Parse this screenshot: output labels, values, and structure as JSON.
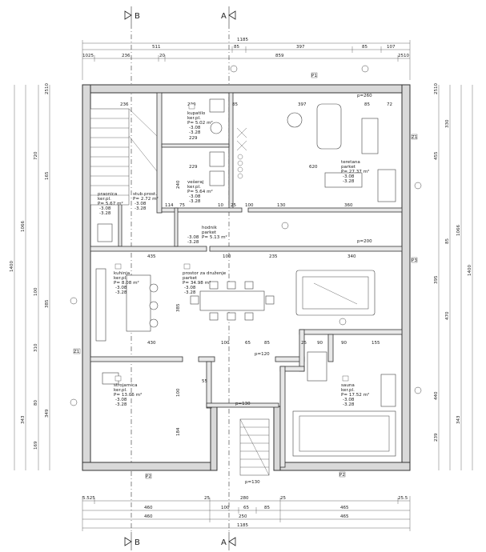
{
  "sections": {
    "b": "B",
    "a": "A"
  },
  "dims_top": {
    "overall": "1185",
    "r2_a": "511",
    "r2_b": "85",
    "r2_c": "397",
    "r2_d": "85",
    "r2_e": "107",
    "r3_a": "1025",
    "r3_b": "236",
    "r3_c": "20",
    "r3_d": "859",
    "r3_e": "2510"
  },
  "dims_bottom": {
    "r1_a": "5.525",
    "r1_b": "25",
    "r1_c": "280",
    "r1_d": "25",
    "r1_e": "25.5",
    "r2_a": "460",
    "r2_b": "100",
    "r2_c": "65",
    "r2_d": "85",
    "r2_e": "465",
    "r3_a": "460",
    "r3_b": "250",
    "r3_c": "465",
    "overall": "1185"
  },
  "dims_left": {
    "a": "2510",
    "b": "720",
    "c": "165",
    "d": "1066",
    "e": "1400",
    "f": "100",
    "g": "385",
    "h": "310",
    "i": "80",
    "j": "349",
    "k": "343",
    "l": "169"
  },
  "dims_right": {
    "a": "2510",
    "b": "330",
    "c": "455",
    "d": "85",
    "e": "1066",
    "f": "1400",
    "g": "395",
    "h": "470",
    "i": "440",
    "j": "343",
    "k": "239"
  },
  "inner_dims": {
    "d1": "236",
    "d2": "220",
    "d3": "85",
    "d4": "397",
    "d5": "85",
    "d6": "72",
    "d7": "229",
    "d8": "229",
    "d9": "620",
    "d10": "114",
    "d11": "75",
    "d12": "10",
    "d13": "25",
    "d14": "100",
    "d15": "130",
    "d16": "360",
    "d17": "435",
    "d18": "100",
    "d19": "235",
    "d20": "340",
    "d21": "430",
    "d22": "100",
    "d23": "65",
    "d24": "85",
    "d25": "25",
    "d26": "90",
    "d27": "90",
    "d28": "155",
    "d29": "240",
    "d30": "385",
    "d31": "184",
    "d32": "100",
    "d33": "55",
    "d34": "p=120",
    "d35": "p=130",
    "d36": "p=260",
    "d37": "p=200"
  },
  "rooms": {
    "kupatilo": [
      "kupatilo",
      "ker.pl.",
      "P= 5.02 m²",
      "-3.08",
      "-3.28"
    ],
    "vesernaj": [
      "vešeraj",
      "ker.pl.",
      "P= 5.64 m²",
      "-3.08",
      "-3.28"
    ],
    "praonica": [
      "praonica",
      "ker.pl.",
      "P= 5.67 m²",
      "-3.08",
      "-3.28"
    ],
    "stub": [
      "stub.prost.",
      "P= 2.72 m²",
      "-3.08",
      "-3.28"
    ],
    "hodnik": [
      "hodnik",
      "parket",
      "P= 5.13 m²",
      "-3.08",
      "-3.28"
    ],
    "teretana": [
      "teretana",
      "parket",
      "P= 27.37 m²",
      "-3.08",
      "-3.28"
    ],
    "kuhinja": [
      "kuhinja",
      "ker.pl.",
      "P= 8.08 m²",
      "-3.08",
      "-3.28"
    ],
    "prostor": [
      "prostor za druženje",
      "parket",
      "P= 34.98 m²",
      "-3.08",
      "-3.28"
    ],
    "strojarnica": [
      "strojarnica",
      "ker.pl.",
      "P= 13.06 m²",
      "-3.08",
      "-3.28"
    ],
    "sauna": [
      "sauna",
      "ker.pl.",
      "P= 17.52 m²",
      "-3.08",
      "-3.28"
    ]
  },
  "door_marks": {
    "p1": "P1",
    "p2": "P2",
    "p3": "P3",
    "z1": "Z1",
    "k1": "K1"
  },
  "levels": {
    "l1": "-3.28",
    "l2": "-3.08"
  },
  "stair_label": "p=130"
}
